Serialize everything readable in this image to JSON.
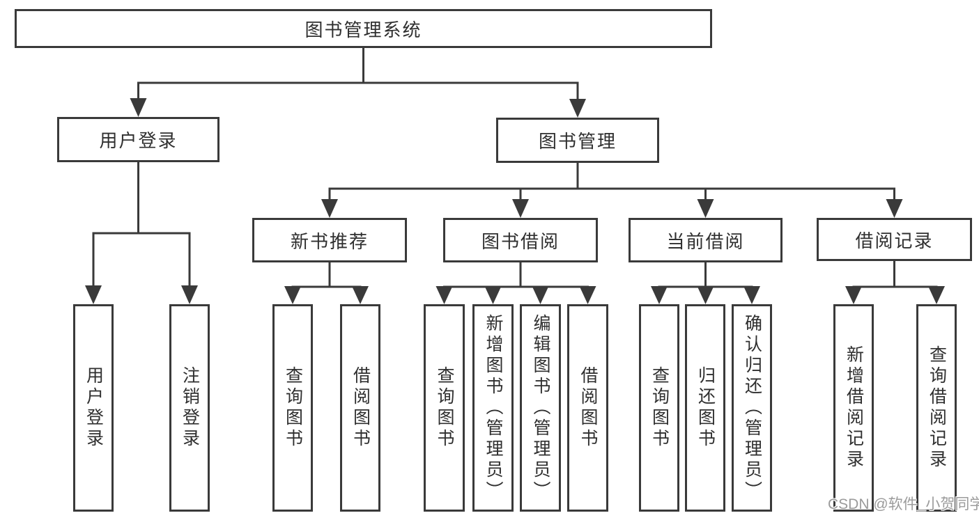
{
  "tree": {
    "root": "图书管理系统",
    "branches": [
      {
        "label": "用户登录",
        "children": [
          "用户登录",
          "注销登录"
        ]
      },
      {
        "label": "图书管理",
        "groups": [
          {
            "label": "新书推荐",
            "children": [
              "查询图书",
              "借阅图书"
            ]
          },
          {
            "label": "图书借阅",
            "children": [
              "查询图书",
              "新增图书（管理员）",
              "编辑图书（管理员）",
              "借阅图书"
            ]
          },
          {
            "label": "当前借阅",
            "children": [
              "查询图书",
              "归还图书",
              "确认归还（管理员）"
            ]
          },
          {
            "label": "借阅记录",
            "children": [
              "新增借阅记录",
              "查询借阅记录"
            ]
          }
        ]
      }
    ]
  },
  "colors": {
    "line": "#3a3a3a",
    "text": "#2f2f2f",
    "background": "#ffffff",
    "watermark": "#9b9b9b"
  },
  "watermark": "CSDN @软件_小贺同学"
}
